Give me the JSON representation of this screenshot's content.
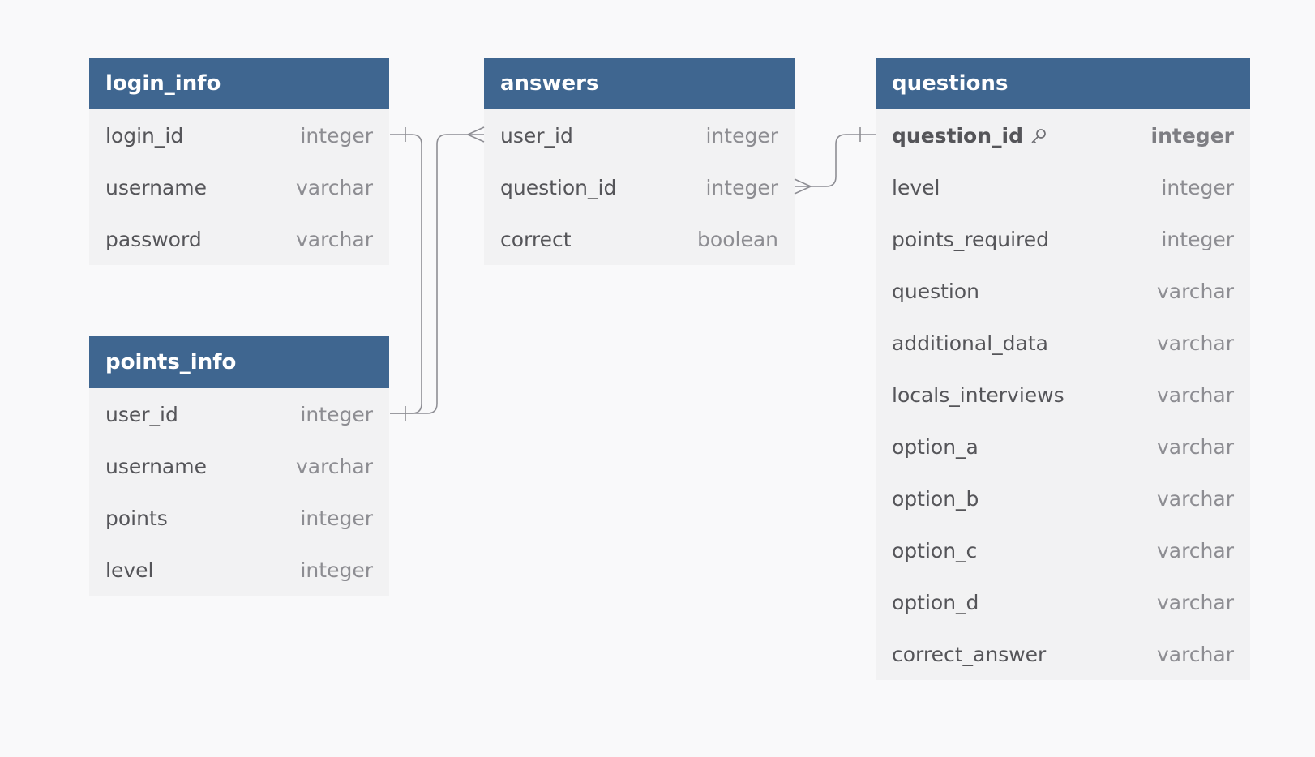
{
  "tables": {
    "login_info": {
      "name": "login_info",
      "columns": [
        {
          "name": "login_id",
          "type": "integer"
        },
        {
          "name": "username",
          "type": "varchar"
        },
        {
          "name": "password",
          "type": "varchar"
        }
      ]
    },
    "points_info": {
      "name": "points_info",
      "columns": [
        {
          "name": "user_id",
          "type": "integer"
        },
        {
          "name": "username",
          "type": "varchar"
        },
        {
          "name": "points",
          "type": "integer"
        },
        {
          "name": "level",
          "type": "integer"
        }
      ]
    },
    "answers": {
      "name": "answers",
      "columns": [
        {
          "name": "user_id",
          "type": "integer"
        },
        {
          "name": "question_id",
          "type": "integer"
        },
        {
          "name": "correct",
          "type": "boolean"
        }
      ]
    },
    "questions": {
      "name": "questions",
      "columns": [
        {
          "name": "question_id",
          "type": "integer",
          "primary_key": true
        },
        {
          "name": "level",
          "type": "integer"
        },
        {
          "name": "points_required",
          "type": "integer"
        },
        {
          "name": "question",
          "type": "varchar"
        },
        {
          "name": "additional_data",
          "type": "varchar"
        },
        {
          "name": "locals_interviews",
          "type": "varchar"
        },
        {
          "name": "option_a",
          "type": "varchar"
        },
        {
          "name": "option_b",
          "type": "varchar"
        },
        {
          "name": "option_c",
          "type": "varchar"
        },
        {
          "name": "option_d",
          "type": "varchar"
        },
        {
          "name": "correct_answer",
          "type": "varchar"
        }
      ]
    }
  },
  "relationships": [
    {
      "from": "login_info.login_id",
      "to": "points_info.user_id",
      "cardinality": "one-to-one"
    },
    {
      "from": "points_info.user_id",
      "to": "answers.user_id",
      "cardinality": "one-to-many"
    },
    {
      "from": "questions.question_id",
      "to": "answers.question_id",
      "cardinality": "one-to-many"
    }
  ],
  "colors": {
    "header": "#3f6690",
    "body": "#f2f2f3",
    "background": "#f9f9fa",
    "connector": "#8e8e94"
  },
  "icons": {
    "primary_key": "key-icon"
  }
}
